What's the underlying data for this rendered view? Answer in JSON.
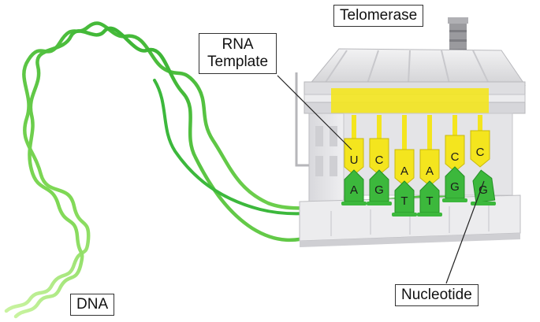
{
  "labels": {
    "telomerase": "Telomerase",
    "rna_template_line1": "RNA",
    "rna_template_line2": "Template",
    "nucleotide": "Nucleotide",
    "dna": "DNA"
  },
  "template_bases": [
    "U",
    "C",
    "A",
    "A",
    "C",
    "C"
  ],
  "dna_bases": [
    "A",
    "G",
    "T",
    "T",
    "G",
    "G"
  ],
  "colors": {
    "dna_green": "#3cb83c",
    "dna_green_light": "#9be26b",
    "rna_yellow": "#f4e51e",
    "machine_gray": "#e6e6e8",
    "machine_shadow": "#c4c4c8",
    "outline": "#333333"
  }
}
